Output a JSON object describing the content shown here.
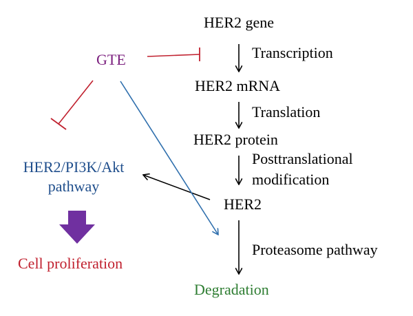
{
  "nodes": {
    "her2_gene": "HER2 gene",
    "her2_mrna": "HER2 mRNA",
    "her2_protein": "HER2 protein",
    "her2": "HER2",
    "degradation": "Degradation",
    "gte": "GTE",
    "pathway_line1": "HER2/PI3K/Akt",
    "pathway_line2": "pathway",
    "cell_proliferation": "Cell proliferation"
  },
  "steps": {
    "transcription": "Transcription",
    "translation": "Translation",
    "posttranslational_line1": "Posttranslational",
    "posttranslational_line2": "modification",
    "proteasome": "Proteasome pathway"
  },
  "colors": {
    "gte": "#7b1f7e",
    "pathway": "#1f4e8c",
    "cell_proliferation": "#c0202e",
    "degradation": "#2e7d32",
    "inhibit_line": "#c0202e",
    "gte_to_degradation": "#2f6fad",
    "block_arrow": "#7030a0",
    "flow_arrow": "#000000"
  }
}
